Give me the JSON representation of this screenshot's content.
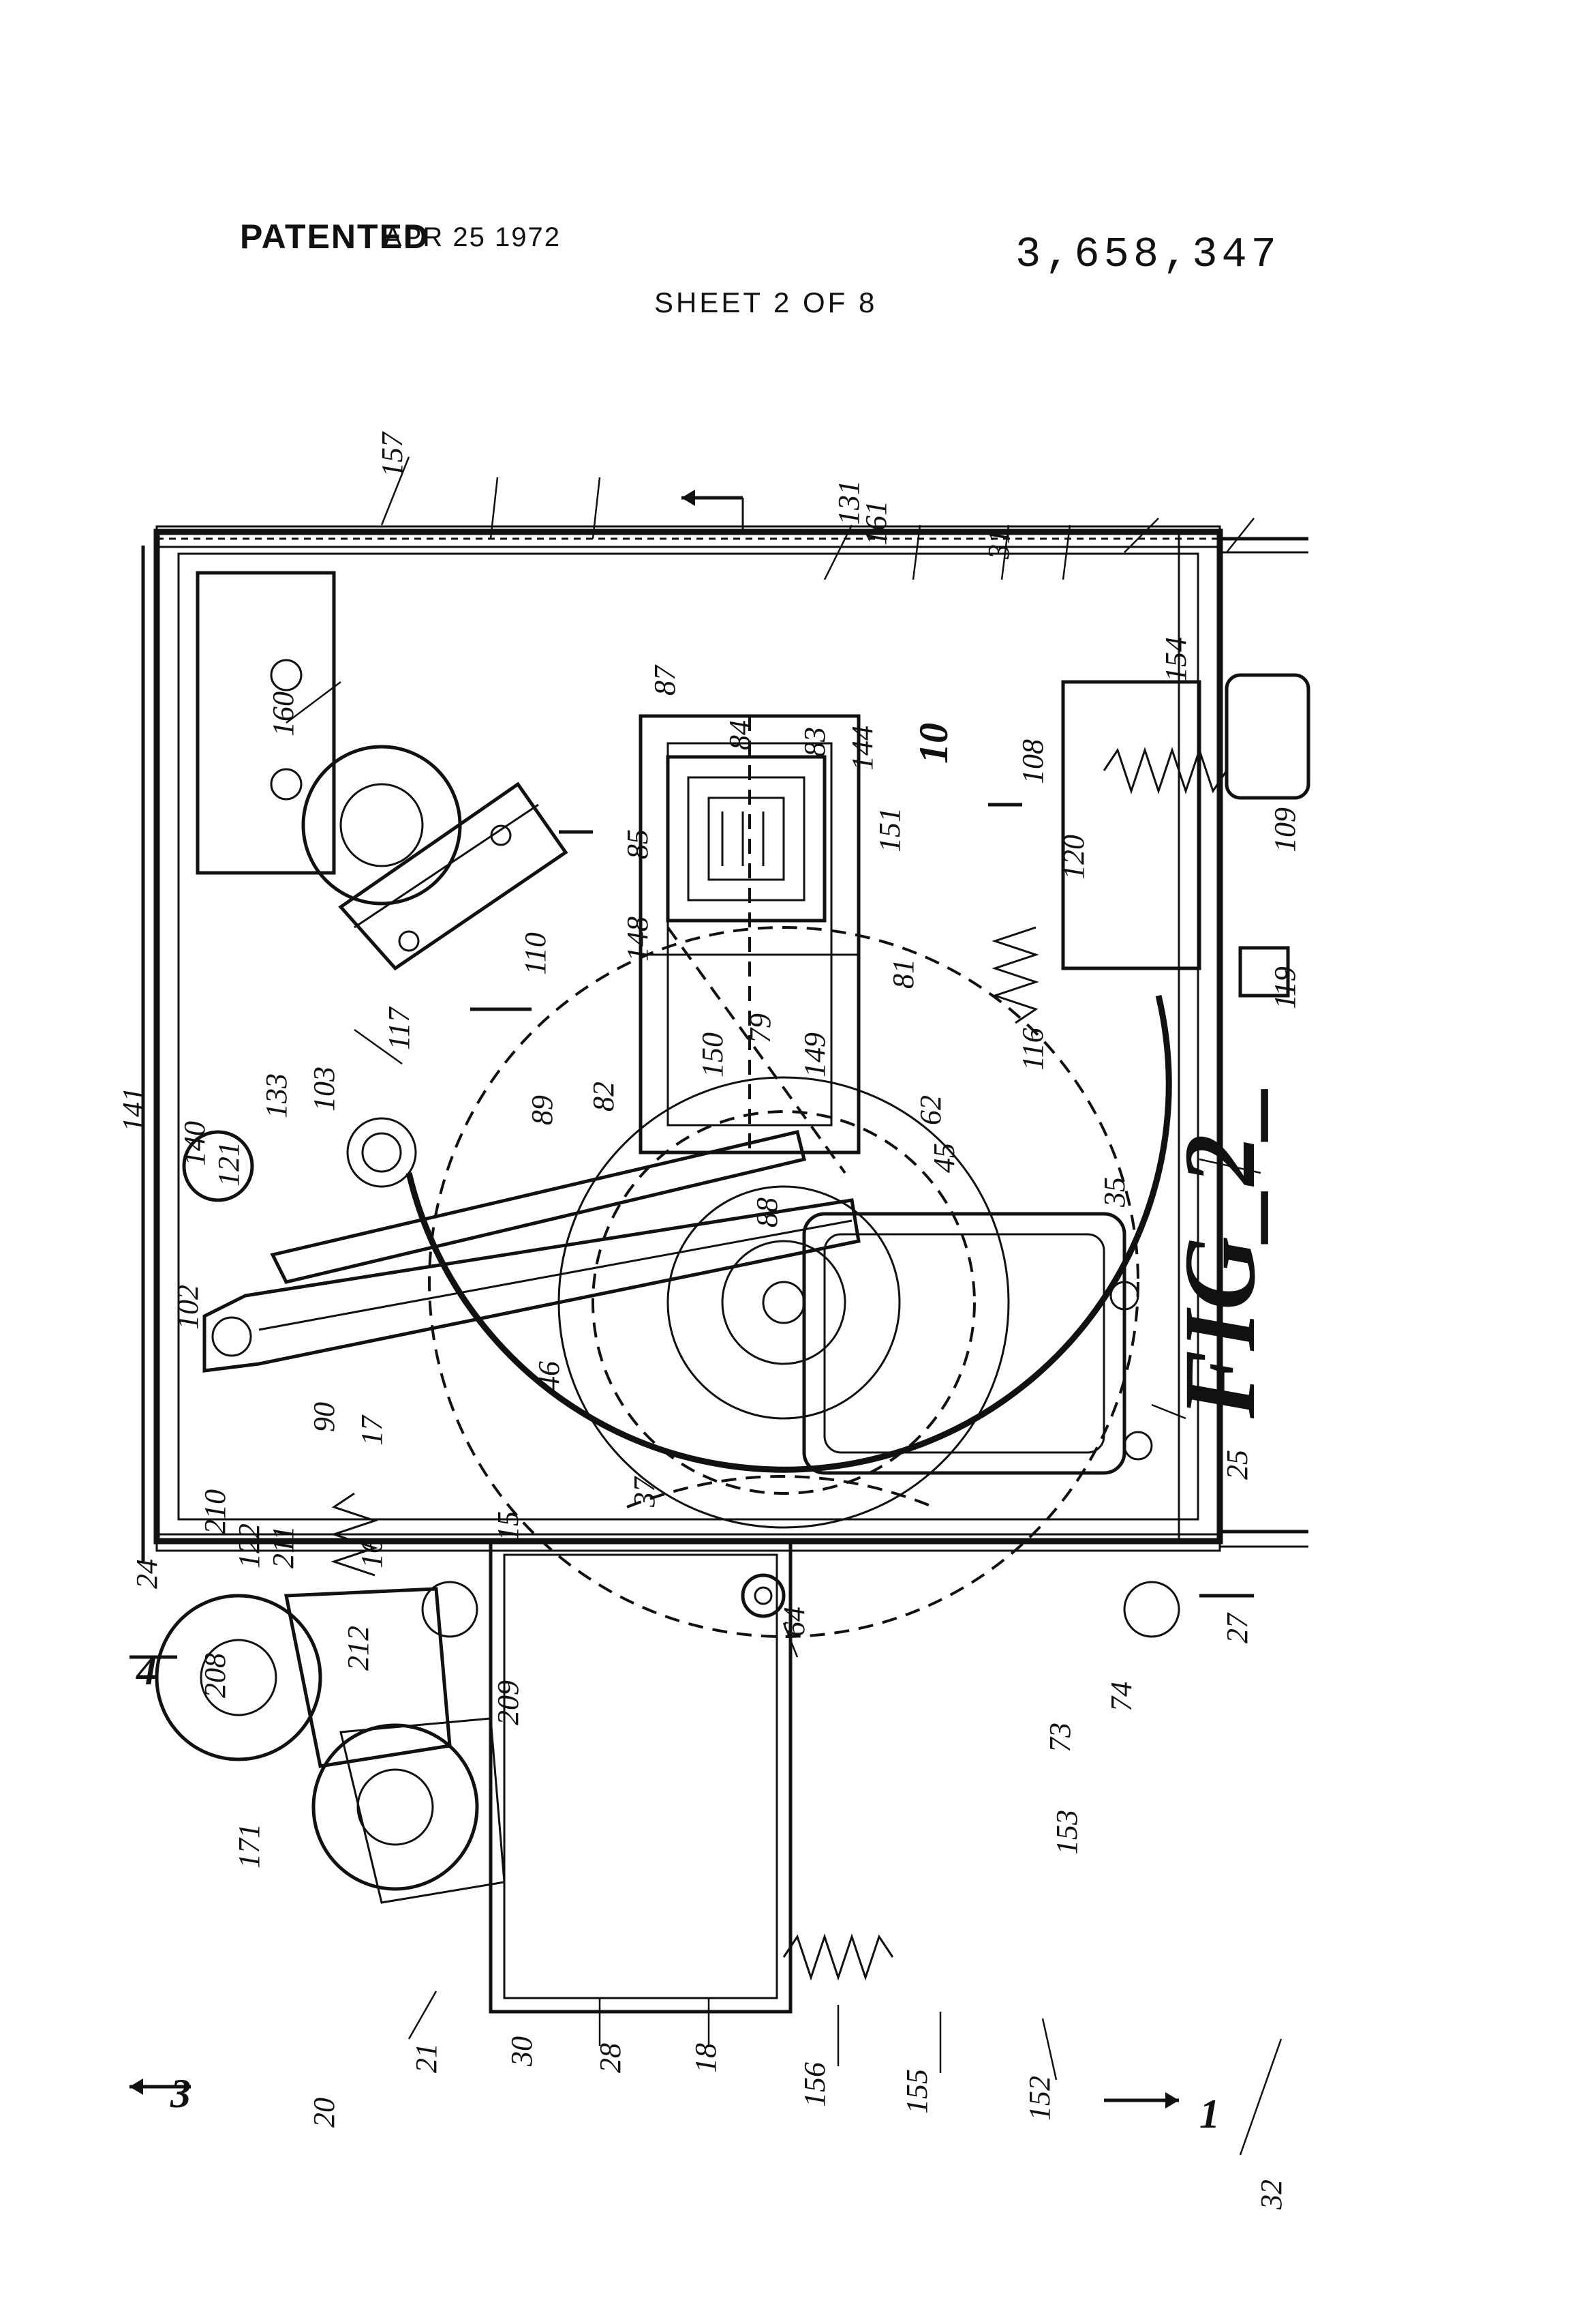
{
  "header": {
    "patented_label": "PATENTED",
    "patent_date": "APR 25 1972",
    "patent_number": "3,658,347",
    "sheet": "SHEET 2 OF 8"
  },
  "figure": {
    "title": "FIG_2_",
    "callouts": [
      "20",
      "21",
      "30",
      "28",
      "18",
      "156",
      "155",
      "152",
      "32",
      "1",
      "3",
      "4",
      "24",
      "210",
      "211",
      "208",
      "212",
      "209",
      "171",
      "15",
      "16",
      "17",
      "122",
      "90",
      "102",
      "46",
      "37",
      "64",
      "74",
      "73",
      "153",
      "45",
      "89",
      "82",
      "88",
      "121",
      "141",
      "140",
      "133",
      "103",
      "117",
      "110",
      "161",
      "160",
      "35",
      "25",
      "27",
      "119",
      "116",
      "120",
      "108",
      "109",
      "10",
      "154",
      "62",
      "149",
      "150",
      "79",
      "85",
      "148",
      "151",
      "81",
      "144",
      "83",
      "84",
      "87",
      "31",
      "157",
      "131"
    ]
  }
}
